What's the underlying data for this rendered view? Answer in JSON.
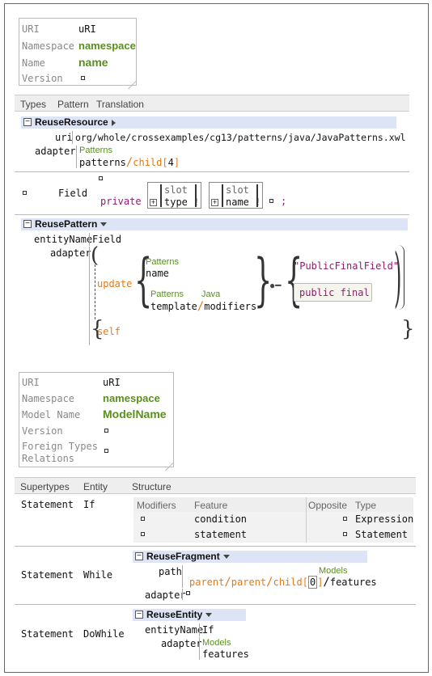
{
  "card1": {
    "rows": [
      {
        "label": "URI",
        "value": "uRI"
      },
      {
        "label": "Namespace",
        "value": "namespace"
      },
      {
        "label": "Name",
        "value": "name"
      },
      {
        "label": "Version",
        "value": ""
      }
    ]
  },
  "tabs1": [
    "Types",
    "Pattern",
    "Translation"
  ],
  "reuse_resource": {
    "title": "ReuseResource",
    "uri_label": "uri",
    "uri_value": "org/whole/crossexamples/cg13/patterns/java/JavaPatterns.xwl",
    "adapter_label": "adapter",
    "adapter_lang": "Patterns",
    "adapter_path_a": "patterns",
    "adapter_path_b": "child",
    "adapter_index": "4"
  },
  "field_row": {
    "kind": "Field",
    "modifier": "private",
    "slot1_title": "slot",
    "slot1_value": "type !",
    "slot2_title": "slot",
    "slot2_value": "name !",
    "semicolon": ";"
  },
  "reuse_pattern": {
    "title": "ReusePattern",
    "entity_name_label": "entityName",
    "entity_name_value": "Field",
    "adapter_label": "adapter",
    "update_kw": "update",
    "update_lang1": "Patterns",
    "update_name": "name",
    "update_lang2": "Patterns",
    "update_lang3": "Java",
    "update_path_a": "template",
    "update_path_b": "modifiers",
    "string_value": "\"PublicFinalField\"",
    "modifiers_value": "public final",
    "self_kw": "self"
  },
  "card2": {
    "rows": [
      {
        "label": "URI",
        "value": "uRI"
      },
      {
        "label": "Namespace",
        "value": "namespace"
      },
      {
        "label": "Model Name",
        "value": "ModelName"
      },
      {
        "label": "Version",
        "value": ""
      },
      {
        "label": "Foreign Types",
        "value": ""
      },
      {
        "label": "Relations",
        "value": ""
      }
    ]
  },
  "table": {
    "headers": [
      "Supertypes",
      "Entity",
      "Structure"
    ],
    "row1": {
      "supertype": "Statement",
      "entity": "If",
      "sub_headers": [
        "Modifiers",
        "Feature",
        "Opposite",
        "Type"
      ],
      "features": [
        {
          "feature": "condition",
          "type": "Expression"
        },
        {
          "feature": "statement",
          "type": "Statement"
        }
      ]
    },
    "row2": {
      "supertype": "Statement",
      "entity": "While",
      "title": "ReuseFragment",
      "path_label": "path",
      "path_lang": "Models",
      "path_a": "parent",
      "path_b": "parent",
      "path_c": "child",
      "path_index": "0",
      "path_d": "features",
      "adapter_label": "adapter"
    },
    "row3": {
      "supertype": "Statement",
      "entity": "DoWhile",
      "title": "ReuseEntity",
      "entity_name_label": "entityName",
      "entity_name_value": "If",
      "adapter_label": "adapter",
      "adapter_lang": "Models",
      "adapter_value": "features"
    }
  }
}
